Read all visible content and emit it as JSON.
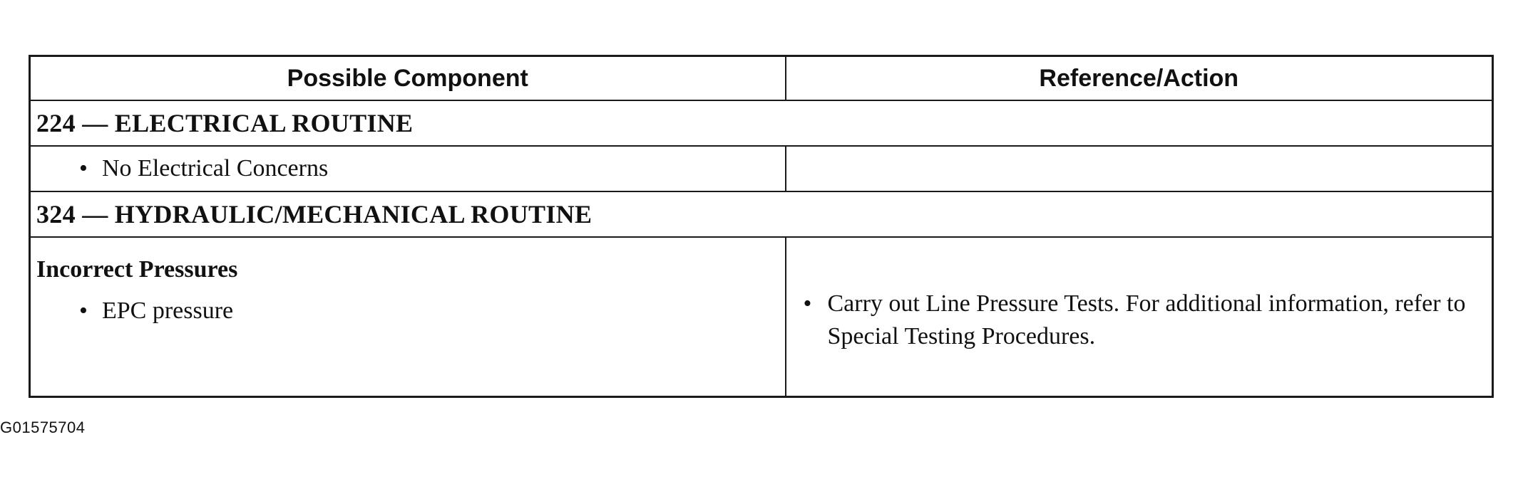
{
  "table": {
    "headers": [
      "Possible Component",
      "Reference/Action"
    ],
    "sections": [
      {
        "title": "224 — ELECTRICAL ROUTINE",
        "items": [
          {
            "component": "No Electrical Concerns",
            "action": ""
          }
        ]
      },
      {
        "title": "324 — HYDRAULIC/MECHANICAL ROUTINE",
        "subheading": "Incorrect Pressures",
        "items": [
          {
            "component": "EPC pressure",
            "action": "Carry out Line Pressure Tests. For additional information, refer to Special Testing Procedures."
          }
        ]
      }
    ],
    "bullet": "•"
  },
  "figure_id": "G01575704"
}
